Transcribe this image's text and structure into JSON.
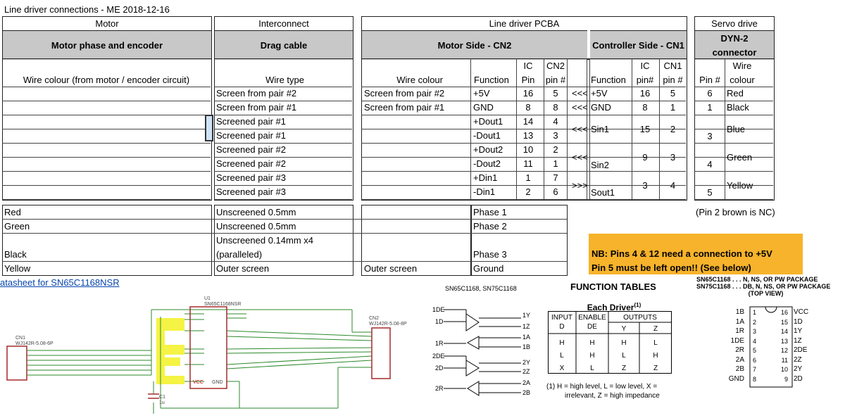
{
  "title": "Line driver connections - ME 2018-12-16",
  "sections": {
    "motor": "Motor",
    "interconnect": "Interconnect",
    "pcba": "Line driver PCBA",
    "servo": "Servo drive"
  },
  "subheads": {
    "motor": "Motor phase and encoder",
    "cable": "Drag cable",
    "motor_side": "Motor Side - CN2",
    "controller_side": "Controller Side - CN1",
    "dyn2_1": "DYN-2",
    "dyn2_2": "connector"
  },
  "colheads": {
    "wire_colour_motor": "Wire colour (from motor / encoder circuit)",
    "wire_type": "Wire type",
    "wire_colour": "Wire colour",
    "function": "Function",
    "ic1": "IC",
    "ic2": "Pin",
    "cn2_1": "CN2",
    "cn2_2": "pin #",
    "func2": "Function",
    "ic_b1": "IC",
    "ic_b2": "pin#",
    "cn1_1": "CN1",
    "cn1_2": "pin #",
    "pin": "Pin #",
    "wire_1": "Wire",
    "wire_2": "colour"
  },
  "rows": [
    {
      "wire_type": "Screen from pair #2",
      "wire_colour": "Screen from pair #2",
      "func": "+5V",
      "ic": "16",
      "cn2": "5",
      "arrow": "<<<",
      "func2": "+5V",
      "ic2": "16",
      "cn1": "5",
      "pin": "6",
      "colour": "Red"
    },
    {
      "wire_type": "Screen from pair #1",
      "wire_colour": "Screen from pair #1",
      "func": "GND",
      "ic": "8",
      "cn2": "8",
      "arrow": "<<<",
      "func2": "GND",
      "ic2": "8",
      "cn1": "1",
      "pin": "1",
      "colour": "Black"
    },
    {
      "wire_type": "Screened pair #1",
      "wire_colour": "",
      "func": "+Dout1",
      "ic": "14",
      "cn2": "4"
    },
    {
      "wire_type": "Screened pair #1",
      "wire_colour": "",
      "func": "-Dout1",
      "ic": "13",
      "cn2": "3"
    },
    {
      "wire_type": "Screened pair #2",
      "wire_colour": "",
      "func": "+Dout2",
      "ic": "10",
      "cn2": "2"
    },
    {
      "wire_type": "Screened pair #2",
      "wire_colour": "",
      "func": "-Dout2",
      "ic": "11",
      "cn2": "1"
    },
    {
      "wire_type": "Screened pair #3",
      "wire_colour": "",
      "func": "+Din1",
      "ic": "1",
      "cn2": "7"
    },
    {
      "wire_type": "Screened pair #3",
      "wire_colour": "",
      "func": "-Din1",
      "ic": "2",
      "cn2": "6"
    }
  ],
  "grouped": {
    "arrow1": "<<<",
    "sin1": "Sin1",
    "ic_sin1": "15",
    "cn_sin1": "2",
    "pin_sin1": "3",
    "col_sin1": "Blue",
    "arrow2": "<<<",
    "sin2": "Sin2",
    "ic_sin2": "9",
    "cn_sin2": "3",
    "pin_sin2": "4",
    "col_sin2": "Green",
    "arrow3": ">>>",
    "sout1": "Sout1",
    "ic_sout1": "3",
    "cn_sout1": "4",
    "pin_sout1": "5",
    "col_sout1": "Yellow"
  },
  "phase_rows": [
    {
      "motor": "Red",
      "cable": "Unscreened 0.5mm",
      "func": "Phase 1"
    },
    {
      "motor": "Green",
      "cable": "Unscreened 0.5mm",
      "func": "Phase 2"
    },
    {
      "motor": "Black",
      "cable1": "Unscreened 0.14mm x4",
      "cable2": "(paralleled)",
      "func": "Phase 3"
    },
    {
      "motor": "Yellow",
      "cable": "Outer screen",
      "wire_colour": "Outer screen",
      "func": "Ground"
    }
  ],
  "pin2_note": "(Pin 2 brown is NC)",
  "note1": "NB: Pins 4 & 12 need a connection to +5V",
  "note2": "Pin 5 must be left open!! (See below)",
  "datasheet_link": "atasheet for SN65C1168NSR",
  "schematic": {
    "u1": "U1",
    "part": "SN65C1168NSR",
    "cn1": "CN1",
    "cn1_part": "WJ142R-5.08-6P",
    "cn2": "CN2",
    "cn2_part": "WJ142R-5.08-8P",
    "c1": "C1",
    "c1_val": "1u",
    "vcc": "VCC",
    "gnd": "GND"
  },
  "logic": {
    "title": "SN65C1168, SN75C1168",
    "pins_left": [
      "1DE",
      "1D",
      "1R",
      "2DE",
      "2D",
      "2R"
    ],
    "pins_right": [
      "1Y",
      "1Z",
      "1A",
      "1B",
      "2Y",
      "2Z",
      "2A",
      "2B"
    ]
  },
  "function_tables": {
    "title": "FUNCTION TABLES",
    "sub": "Each Driver",
    "sup": "(1)",
    "h_input": "INPUT",
    "h_input2": "D",
    "h_enable": "ENABLE",
    "h_enable2": "DE",
    "h_outputs": "OUTPUTS",
    "h_y": "Y",
    "h_z": "Z",
    "rows": [
      [
        "H",
        "H",
        "H",
        "L"
      ],
      [
        "L",
        "H",
        "L",
        "H"
      ],
      [
        "X",
        "L",
        "Z",
        "Z"
      ]
    ],
    "foot1": "(1)   H = high level, L = low level, X =",
    "foot2": "irrelevant, Z = high impedance"
  },
  "package": {
    "line1": "SN65C1168 . . . N, NS, OR PW PACKAGE",
    "line2": "SN75C1168 . . . DB, N, NS, OR PW PACKAGE",
    "line3": "(TOP VIEW)",
    "left": [
      "1B",
      "1A",
      "1R",
      "1DE",
      "2R",
      "2A",
      "2B",
      "GND"
    ],
    "right": [
      "VCC",
      "1D",
      "1Y",
      "1Z",
      "2DE",
      "2Z",
      "2Y",
      "2D"
    ]
  }
}
